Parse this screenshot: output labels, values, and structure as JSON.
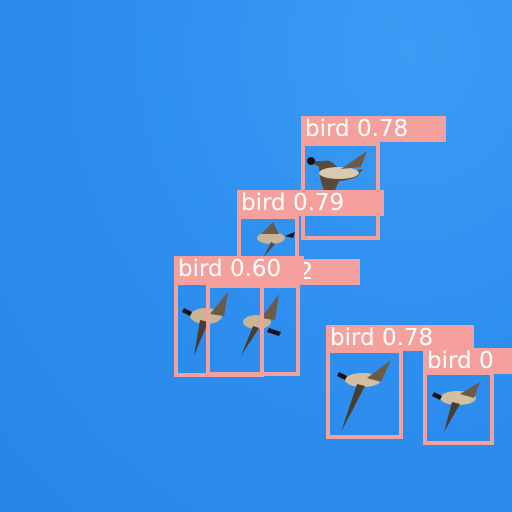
{
  "scene": {
    "description_icon": "sky-with-flying-geese",
    "sky_color": "#2e8ff0",
    "box_color": "#f4a09c"
  },
  "detections": [
    {
      "label": "bird 0.78"
    },
    {
      "label": "bird 0.79"
    },
    {
      "label": "bird 0.60"
    },
    {
      "label": "bird 0.62"
    },
    {
      "label": "bird 0.78"
    },
    {
      "label": "bird 0"
    }
  ]
}
